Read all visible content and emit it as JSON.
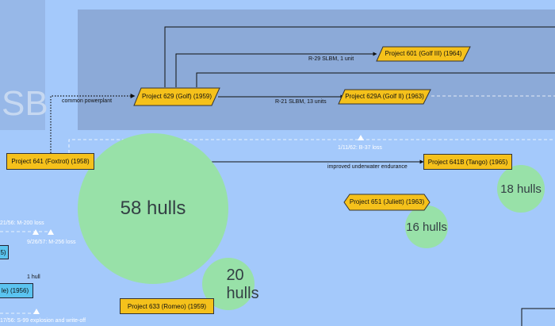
{
  "panel_label": "SB",
  "nodes": {
    "foxtrot": "Project 641 (Foxtrot) (1958)",
    "golf": "Project 629 (Golf) (1959)",
    "golf3": "Project 601 (Golf III) (1964)",
    "golf2": "Project 629A (Golf II) (1963)",
    "tango": "Project 641B (Tango) (1965)",
    "juliett": "Project 651 (Juliett) (1963)",
    "romeo": "Project 633 (Romeo) (1959)",
    "left_partial_1": "5)",
    "left_partial_2": "le) (1956)"
  },
  "edges": {
    "common_powerplant": "common powerplant",
    "r29": "R-29 SLBM, 1 unit",
    "r21": "R-21 SLBM, 13 units",
    "underwater": "improved underwater endurance"
  },
  "events": {
    "b37": "1/11/62: B-37 loss",
    "m200": "21/56: M-200 loss",
    "m256": "9/26/57: M-256 loss",
    "one_hull": "1 hull",
    "s99": "17/56: S-99 explosion and write-off"
  },
  "bubbles": {
    "b58": "58 hulls",
    "b20": "20 hulls",
    "b16": "16 hulls",
    "b18": "18 hulls"
  },
  "colors": {
    "background": "#a4c9fb",
    "panel_left": "#97b8e8",
    "panel_top": "#8caad8",
    "node_fill": "#f5c11b",
    "bubble_fill": "#98e1a8",
    "left_node_fill": "#5bc4f0"
  }
}
